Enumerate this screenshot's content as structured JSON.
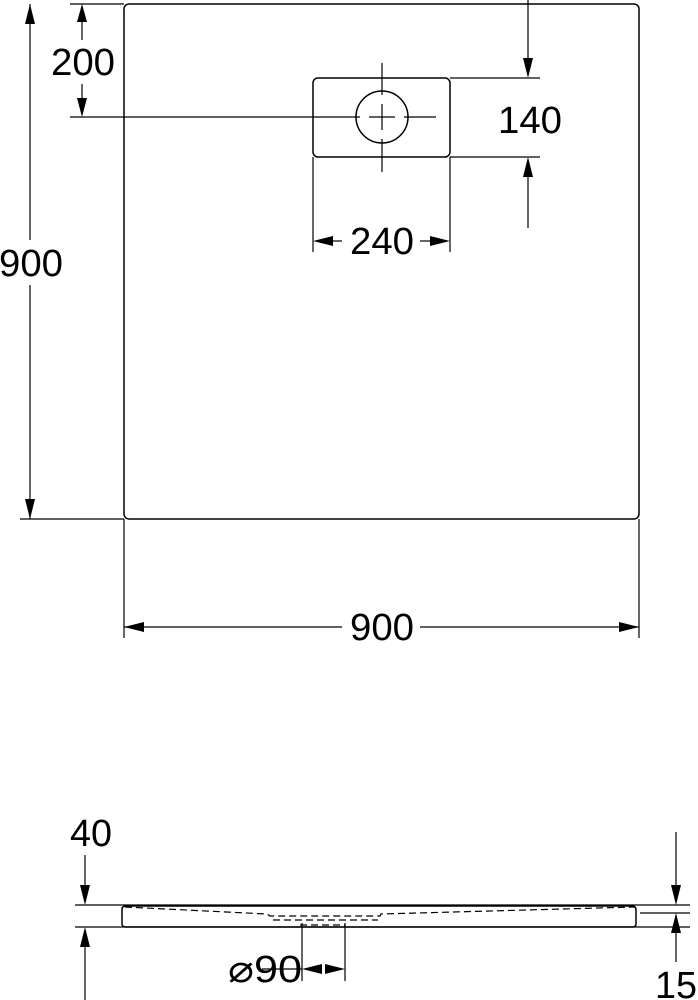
{
  "top_view": {
    "dim_width": "900",
    "dim_depth": "900",
    "dim_drain_offset": "200",
    "dim_drain_box_height": "140",
    "dim_drain_box_width": "240"
  },
  "side_view": {
    "dim_total_height": "40",
    "dim_edge_height": "15",
    "dim_drain_diameter": "⌀90"
  },
  "colors": {
    "line": "#000000",
    "background": "#ffffff"
  }
}
